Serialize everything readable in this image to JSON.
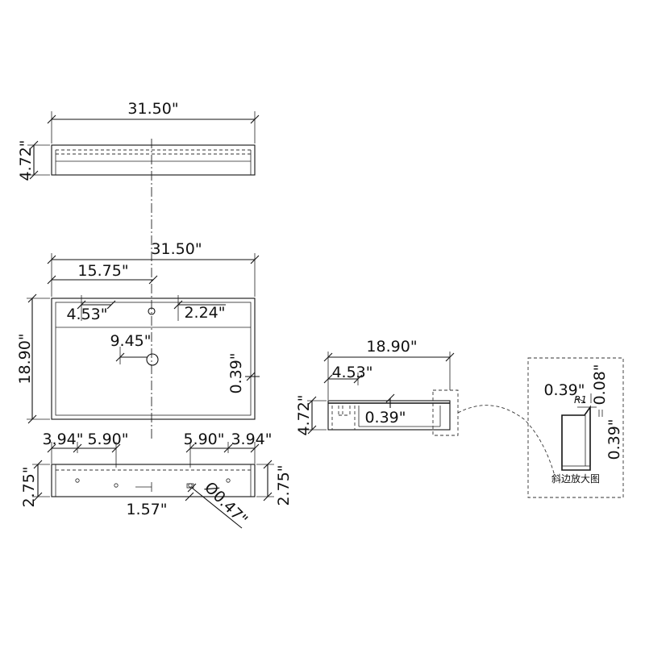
{
  "top_view": {
    "width": "31.50\"",
    "height": "4.72\""
  },
  "plan_view": {
    "overall_width": "31.50\"",
    "half_width": "15.75\"",
    "depth": "18.90\"",
    "left_offset": "4.53\"",
    "right_offset": "2.24\"",
    "drain_offset": "9.45\"",
    "wall": "0.39\""
  },
  "front_view": {
    "left_outer": "3.94\"",
    "left_inner": "5.90\"",
    "right_inner": "5.90\"",
    "right_outer": "3.94\"",
    "left_height": "2.75\"",
    "right_height": "2.75\"",
    "bottom": "1.57\"",
    "hole": "Ø0.47\""
  },
  "side_section": {
    "width": "18.90\"",
    "offset": "4.53\"",
    "height": "4.72\"",
    "wall": "0.39\""
  },
  "detail": {
    "top": "0.39\"",
    "radius": "R1",
    "chamfer": "0.08\"",
    "side": "0.39\"",
    "caption": "斜边放大图"
  }
}
